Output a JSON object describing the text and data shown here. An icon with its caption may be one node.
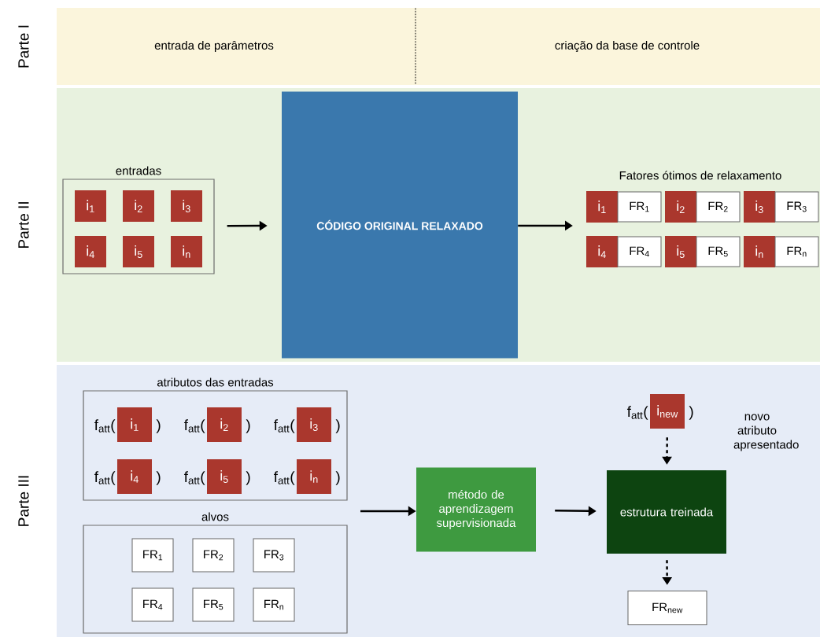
{
  "diagram": {
    "nodes": [
      {
        "text": [
          "Parte I",
          "entrada de parâmetros",
          "criação da base de controle"
        ]
      },
      {
        "text": [
          "Parte II"
        ]
      },
      {
        "text": [
          "entradas"
        ],
        "in": 1
      },
      {
        "text": [
          "i$_{1}$"
        ],
        "in": 2
      },
      {
        "text": [
          "i$_{2}$"
        ],
        "in": 2
      },
      {
        "text": [
          "i$_{3}$"
        ],
        "in": 2
      },
      {
        "text": [
          "i$_{4}$"
        ],
        "in": 2
      },
      {
        "text": [
          "i$_{5}$"
        ],
        "in": 2
      },
      {
        "text": [
          "i$_{n}$"
        ],
        "in": 2
      },
      {
        "text": [
          "CÓDIGO ORIGINAL RELAXADO"
        ],
        "in": 1
      },
      {
        "text": [
          "i$_{1}$"
        ],
        "in": 1
      },
      {
        "text": [
          "FR$_{1}$"
        ],
        "in": 1
      },
      {
        "text": [
          "i$_{2}$"
        ],
        "in": 1
      },
      {
        "text": [
          "FR$_{2}$"
        ],
        "in": 1
      },
      {
        "text": [
          "i$_{3}$"
        ],
        "in": 1
      },
      {
        "text": [
          "FR$_{3}$"
        ],
        "in": 1
      },
      {
        "text": [
          "i$_{4}$"
        ],
        "in": 1
      },
      {
        "text": [
          "FR$_{4}$"
        ],
        "in": 1
      },
      {
        "text": [
          "i$_{5}$"
        ],
        "in": 1
      },
      {
        "text": [
          "FR$_{5}$"
        ],
        "in": 1
      },
      {
        "text": [
          "i$_{n}$"
        ],
        "in": 1
      },
      {
        "text": [
          "FR$_{n}$"
        ],
        "in": 1
      },
      {
        "text": [
          "Parte III"
        ]
      },
      {
        "text": [
          "atributos das entradas"
        ],
        "in": 22
      },
      {
        "text": [
          "i$_{1}$"
        ],
        "in": 23,
        "beside": [
          "f$_{att}$(",
          ")"
        ]
      },
      {
        "text": [
          "i$_{2}$"
        ],
        "in": 23,
        "beside": [
          "f$_{att}$(",
          ")"
        ]
      },
      {
        "text": [
          "i$_{3}$"
        ],
        "in": 23,
        "beside": [
          "f$_{att}$(",
          ")"
        ]
      },
      {
        "text": [
          "i$_{4}$"
        ],
        "in": 23,
        "beside": [
          "f$_{att}$(",
          ")"
        ]
      },
      {
        "text": [
          "i$_{5}$"
        ],
        "in": 23,
        "beside": [
          "f$_{att}$(",
          ")"
        ]
      },
      {
        "text": [
          "i$_{n}$"
        ],
        "in": 23,
        "beside": [
          "f$_{att}$(",
          ")"
        ]
      },
      {
        "text": [
          "alvos"
        ],
        "in": 22
      },
      {
        "text": [
          "FR$_{1}$"
        ],
        "in": 30
      },
      {
        "text": [
          "FR$_{2}$"
        ],
        "in": 30
      },
      {
        "text": [
          "FR$_{3}$"
        ],
        "in": 30
      },
      {
        "text": [
          "FR$_{4}$"
        ],
        "in": 30
      },
      {
        "text": [
          "FR$_{5}$"
        ],
        "in": 30
      },
      {
        "text": [
          "FR$_{n}$"
        ],
        "in": 30
      },
      {
        "text": [
          "método de aprendizagem supervisionada"
        ],
        "in": 22
      },
      {
        "text": [
          "estrutura treinada"
        ],
        "in": 22
      },
      {
        "text": [
          "i$_{new}$"
        ],
        "in": 22,
        "beside": [
          "f$_{att}$(",
          ")"
        ]
      },
      {
        "text": [
          "FR$_{new}$"
        ],
        "in": 22
      }
    ],
    "edges": [
      {
        "from": 2,
        "to": 9,
        "arrow": "to"
      },
      {
        "from": 9,
        "to": null,
        "arrow": "to"
      },
      {
        "from": null,
        "to": 37,
        "arrow": "to"
      },
      {
        "from": 37,
        "to": 38,
        "arrow": "to"
      },
      {
        "from": 39,
        "to": 38,
        "arrow": "to",
        "style": "dashed"
      },
      {
        "from": 38,
        "to": 40,
        "arrow": "to",
        "style": "dashed"
      }
    ],
    "labels": [
      "Fatores ótimos de relaxamento",
      "novo atributo apresentado"
    ]
  }
}
